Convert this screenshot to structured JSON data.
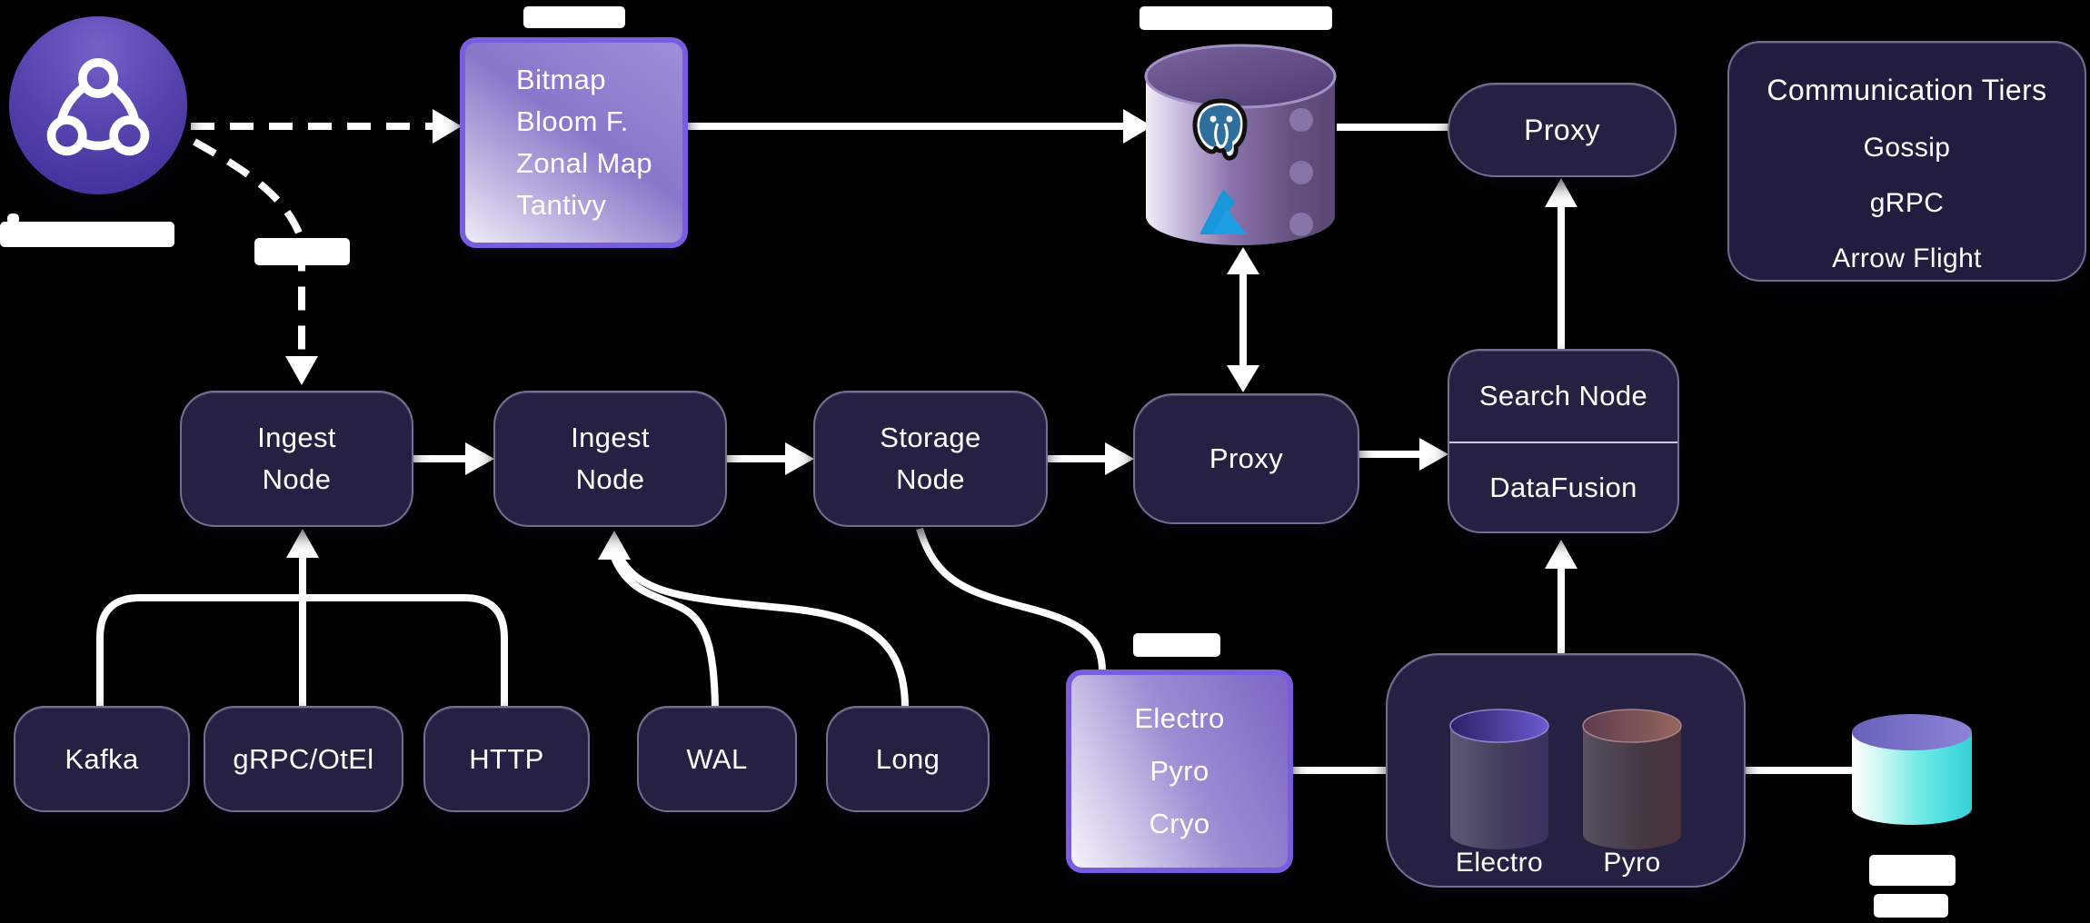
{
  "colors": {
    "background": "#000000",
    "dark_box": "#262143",
    "purple_border": "#7a5ce0",
    "wire": "#ffffff",
    "cyan_db": "#5fe2e0",
    "postgres_blue": "#2e6f9e",
    "azure_blue": "#1a96db"
  },
  "index_box": {
    "lines": [
      "Bitmap",
      "Bloom F.",
      "Zonal Map",
      "Tantivy"
    ]
  },
  "proxy_top": {
    "label": "Proxy"
  },
  "legend": {
    "title": "Communication Tiers",
    "items": [
      "Gossip",
      "gRPC",
      "Arrow Flight"
    ]
  },
  "ingest1": {
    "line1": "Ingest",
    "line2": "Node"
  },
  "ingest2": {
    "line1": "Ingest",
    "line2": "Node"
  },
  "storage_node": {
    "line1": "Storage",
    "line2": "Node"
  },
  "proxy_mid": {
    "label": "Proxy"
  },
  "search_node": {
    "top": "Search Node",
    "bottom": "DataFusion"
  },
  "sources": {
    "kafka": "Kafka",
    "grpc": "gRPC/OtEl",
    "http": "HTTP",
    "wal": "WAL",
    "long": "Long"
  },
  "tier_box": {
    "lines": [
      "Electro",
      "Pyro",
      "Cryo"
    ]
  },
  "storage_cluster": {
    "cyl1_label": "Electro",
    "cyl2_label": "Pyro"
  }
}
